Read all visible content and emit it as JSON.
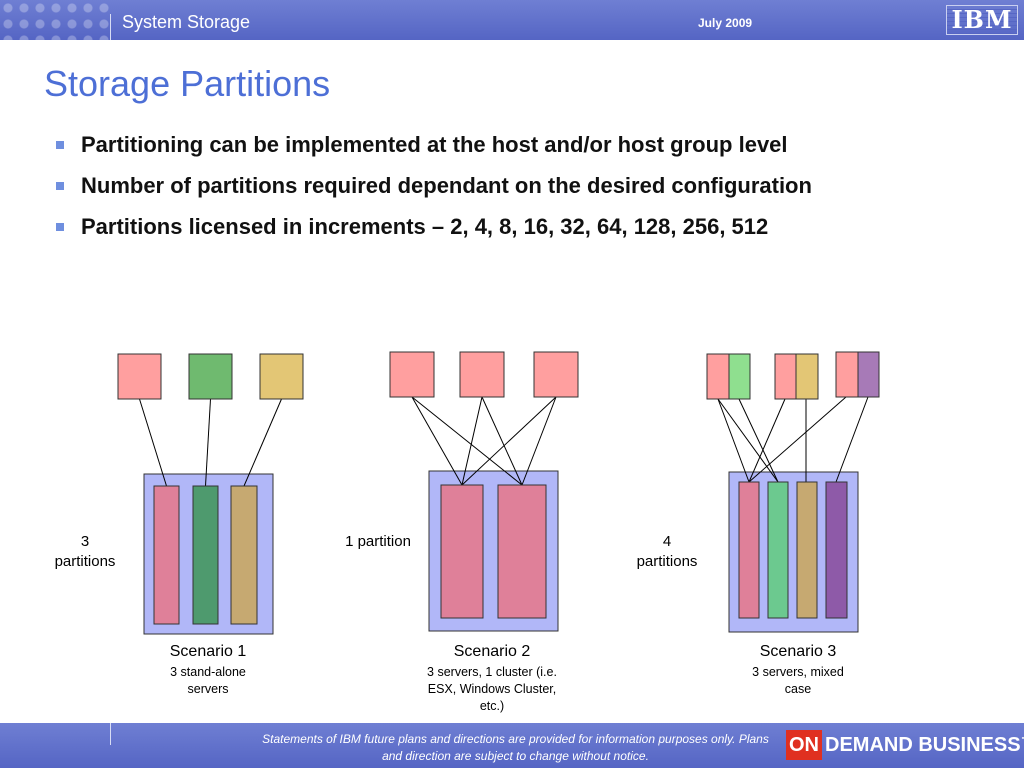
{
  "header": {
    "brand": "System Storage",
    "date": "July 2009",
    "logo_text": "IBM"
  },
  "slide": {
    "title": "Storage Partitions",
    "bullets": [
      "Partitioning can be implemented at the host and/or host group level",
      "Number of partitions required dependant on the desired configuration",
      "Partitions licensed in increments – 2, 4, 8, 16, 32, 64, 128, 256, 512"
    ]
  },
  "diagram": {
    "scenarios": [
      {
        "partition_label": "3\npartitions",
        "name": "Scenario 1",
        "description": "3 stand-alone\nservers",
        "hosts": [
          [
            "#ff9f9f"
          ],
          [
            "#6fba6f"
          ],
          [
            "#e3c675"
          ]
        ],
        "partitions": [
          "#df8099",
          "#4e9a6e",
          "#c6a971"
        ]
      },
      {
        "partition_label": "1 partition",
        "name": "Scenario 2",
        "description": "3 servers, 1 cluster (i.e.\nESX, Windows Cluster,\netc.)",
        "hosts": [
          [
            "#ff9f9f"
          ],
          [
            "#ff9f9f"
          ],
          [
            "#ff9f9f"
          ]
        ],
        "partitions": [
          "#df8099",
          "#df8099"
        ]
      },
      {
        "partition_label": "4\npartitions",
        "name": "Scenario 3",
        "description": "3 servers, mixed\ncase",
        "hosts": [
          [
            "#ff9f9f",
            "#8fdf8f"
          ],
          [
            "#ff9f9f",
            "#e3c675"
          ],
          [
            "#ff9f9f",
            "#a77ab7"
          ]
        ],
        "partitions": [
          "#df8099",
          "#6cc98f",
          "#c6a971",
          "#8e5aa8"
        ]
      }
    ],
    "colors": {
      "storage_box": "#b1b7f8",
      "line": "#000000"
    }
  },
  "footer": {
    "disclaimer": "Statements of IBM future plans and directions are provided for information purposes only.  Plans and direction are subject to change without notice.",
    "badge_on": "ON",
    "badge_text": "DEMAND BUSINESS™"
  }
}
